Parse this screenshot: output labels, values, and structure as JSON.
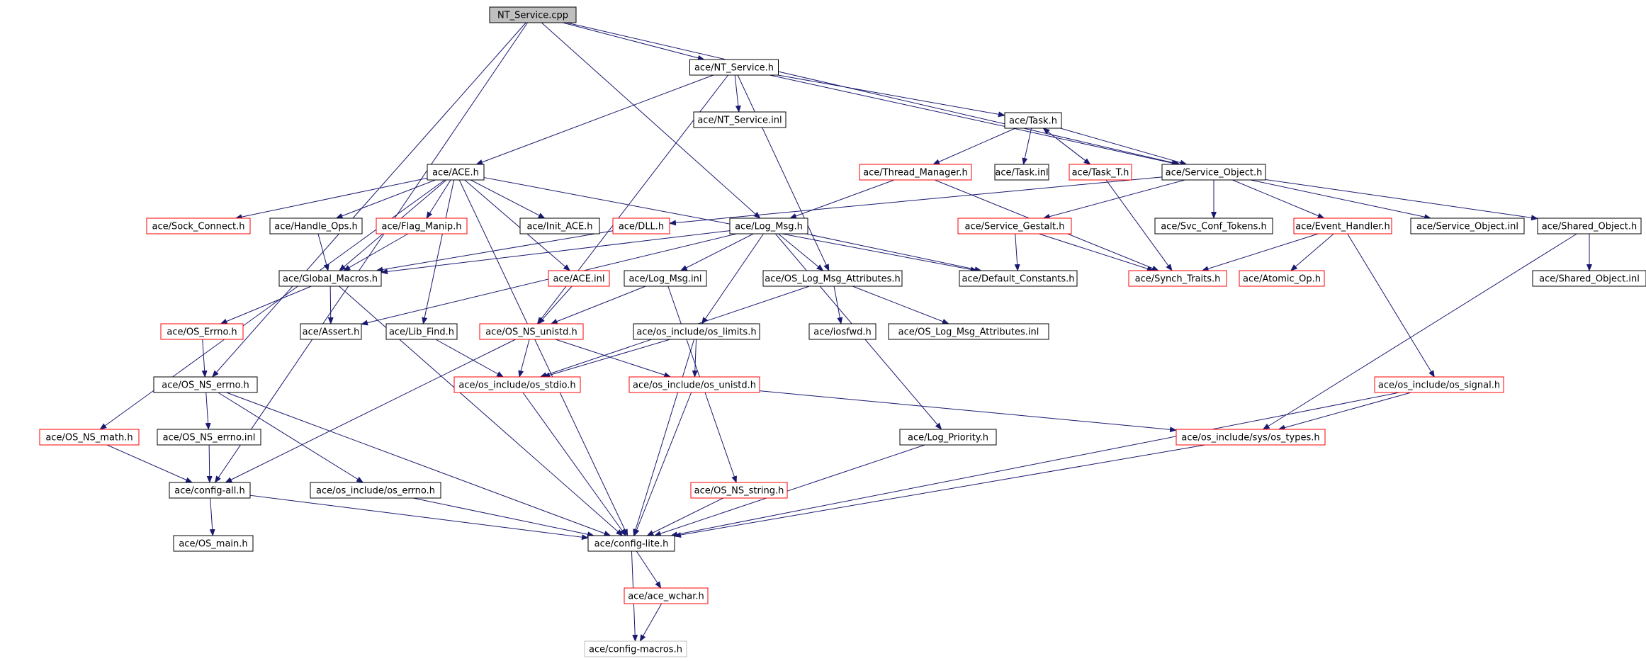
{
  "colors": {
    "edge": "#191970",
    "root_fill": "#bfbfbf",
    "border_default": "#000000",
    "border_incomplete": "#ff0000",
    "border_leaf": "#bfbfbf",
    "text": "#000000"
  },
  "nodes": [
    {
      "id": "nt_service_cpp",
      "label": "NT_Service.cpp",
      "style": "root"
    },
    {
      "id": "nt_service_h",
      "label": "ace/NT_Service.h",
      "style": "default"
    },
    {
      "id": "nt_service_inl",
      "label": "ace/NT_Service.inl",
      "style": "default"
    },
    {
      "id": "task_h",
      "label": "ace/Task.h",
      "style": "default"
    },
    {
      "id": "ace_h",
      "label": "ace/ACE.h",
      "style": "default"
    },
    {
      "id": "thread_manager_h",
      "label": "ace/Thread_Manager.h",
      "style": "incomplete"
    },
    {
      "id": "task_inl",
      "label": "ace/Task.inl",
      "style": "default"
    },
    {
      "id": "task_t_h",
      "label": "ace/Task_T.h",
      "style": "incomplete"
    },
    {
      "id": "service_object_h",
      "label": "ace/Service_Object.h",
      "style": "default"
    },
    {
      "id": "sock_connect_h",
      "label": "ace/Sock_Connect.h",
      "style": "incomplete"
    },
    {
      "id": "handle_ops_h",
      "label": "ace/Handle_Ops.h",
      "style": "default"
    },
    {
      "id": "flag_manip_h",
      "label": "ace/Flag_Manip.h",
      "style": "incomplete"
    },
    {
      "id": "init_ace_h",
      "label": "ace/Init_ACE.h",
      "style": "default"
    },
    {
      "id": "dll_h",
      "label": "ace/DLL.h",
      "style": "incomplete"
    },
    {
      "id": "log_msg_h",
      "label": "ace/Log_Msg.h",
      "style": "default"
    },
    {
      "id": "service_gestalt_h",
      "label": "ace/Service_Gestalt.h",
      "style": "incomplete"
    },
    {
      "id": "svc_conf_tokens_h",
      "label": "ace/Svc_Conf_Tokens.h",
      "style": "default"
    },
    {
      "id": "event_handler_h",
      "label": "ace/Event_Handler.h",
      "style": "incomplete"
    },
    {
      "id": "service_object_inl",
      "label": "ace/Service_Object.inl",
      "style": "default"
    },
    {
      "id": "shared_object_h",
      "label": "ace/Shared_Object.h",
      "style": "default"
    },
    {
      "id": "global_macros_h",
      "label": "ace/Global_Macros.h",
      "style": "default"
    },
    {
      "id": "ace_inl",
      "label": "ace/ACE.inl",
      "style": "incomplete"
    },
    {
      "id": "log_msg_inl",
      "label": "ace/Log_Msg.inl",
      "style": "default"
    },
    {
      "id": "os_log_msg_attributes_h",
      "label": "ace/OS_Log_Msg_Attributes.h",
      "style": "default"
    },
    {
      "id": "default_constants_h",
      "label": "ace/Default_Constants.h",
      "style": "default"
    },
    {
      "id": "synch_traits_h",
      "label": "ace/Synch_Traits.h",
      "style": "incomplete"
    },
    {
      "id": "atomic_op_h",
      "label": "ace/Atomic_Op.h",
      "style": "incomplete"
    },
    {
      "id": "shared_object_inl",
      "label": "ace/Shared_Object.inl",
      "style": "default"
    },
    {
      "id": "os_errno_h",
      "label": "ace/OS_Errno.h",
      "style": "incomplete"
    },
    {
      "id": "assert_h",
      "label": "ace/Assert.h",
      "style": "default"
    },
    {
      "id": "lib_find_h",
      "label": "ace/Lib_Find.h",
      "style": "default"
    },
    {
      "id": "os_ns_unistd_h",
      "label": "ace/OS_NS_unistd.h",
      "style": "incomplete"
    },
    {
      "id": "os_limits_h",
      "label": "ace/os_include/os_limits.h",
      "style": "default"
    },
    {
      "id": "iosfwd_h",
      "label": "ace/iosfwd.h",
      "style": "default"
    },
    {
      "id": "os_log_msg_attributes_inl",
      "label": "ace/OS_Log_Msg_Attributes.inl",
      "style": "default"
    },
    {
      "id": "os_ns_errno_h",
      "label": "ace/OS_NS_errno.h",
      "style": "default"
    },
    {
      "id": "os_stdio_h",
      "label": "ace/os_include/os_stdio.h",
      "style": "incomplete"
    },
    {
      "id": "os_unistd_h",
      "label": "ace/os_include/os_unistd.h",
      "style": "incomplete"
    },
    {
      "id": "os_signal_h",
      "label": "ace/os_include/os_signal.h",
      "style": "incomplete"
    },
    {
      "id": "os_ns_math_h",
      "label": "ace/OS_NS_math.h",
      "style": "incomplete"
    },
    {
      "id": "os_ns_errno_inl",
      "label": "ace/OS_NS_errno.inl",
      "style": "default"
    },
    {
      "id": "log_priority_h",
      "label": "ace/Log_Priority.h",
      "style": "default"
    },
    {
      "id": "os_types_h",
      "label": "ace/os_include/sys/os_types.h",
      "style": "incomplete"
    },
    {
      "id": "config_all_h",
      "label": "ace/config-all.h",
      "style": "default"
    },
    {
      "id": "os_errno_inc_h",
      "label": "ace/os_include/os_errno.h",
      "style": "default"
    },
    {
      "id": "os_ns_string_h",
      "label": "ace/OS_NS_string.h",
      "style": "incomplete"
    },
    {
      "id": "os_main_h",
      "label": "ace/OS_main.h",
      "style": "default"
    },
    {
      "id": "config_lite_h",
      "label": "ace/config-lite.h",
      "style": "default"
    },
    {
      "id": "ace_wchar_h",
      "label": "ace/ace_wchar.h",
      "style": "incomplete"
    },
    {
      "id": "config_macros_h",
      "label": "ace/config-macros.h",
      "style": "leaf"
    }
  ],
  "edges": [
    [
      "nt_service_cpp",
      "nt_service_h"
    ],
    [
      "nt_service_cpp",
      "service_object_h"
    ],
    [
      "nt_service_cpp",
      "log_msg_h"
    ],
    [
      "nt_service_cpp",
      "os_ns_errno_h"
    ],
    [
      "nt_service_cpp",
      "config_all_h"
    ],
    [
      "nt_service_h",
      "nt_service_inl"
    ],
    [
      "nt_service_h",
      "task_h"
    ],
    [
      "nt_service_h",
      "ace_h"
    ],
    [
      "nt_service_h",
      "service_object_h"
    ],
    [
      "nt_service_h",
      "os_log_msg_attributes_h"
    ],
    [
      "nt_service_h",
      "os_ns_unistd_h"
    ],
    [
      "task_h",
      "thread_manager_h"
    ],
    [
      "task_h",
      "task_inl"
    ],
    [
      "task_h",
      "task_t_h"
    ],
    [
      "task_h",
      "service_object_h"
    ],
    [
      "task_t_h",
      "task_h"
    ],
    [
      "task_t_h",
      "synch_traits_h"
    ],
    [
      "thread_manager_h",
      "log_msg_h"
    ],
    [
      "thread_manager_h",
      "synch_traits_h"
    ],
    [
      "ace_h",
      "sock_connect_h"
    ],
    [
      "ace_h",
      "handle_ops_h"
    ],
    [
      "ace_h",
      "flag_manip_h"
    ],
    [
      "ace_h",
      "init_ace_h"
    ],
    [
      "ace_h",
      "lib_find_h"
    ],
    [
      "ace_h",
      "ace_inl"
    ],
    [
      "ace_h",
      "default_constants_h"
    ],
    [
      "ace_h",
      "os_ns_math_h"
    ],
    [
      "ace_h",
      "global_macros_h"
    ],
    [
      "ace_h",
      "config_lite_h"
    ],
    [
      "service_object_h",
      "dll_h"
    ],
    [
      "service_object_h",
      "service_gestalt_h"
    ],
    [
      "service_object_h",
      "svc_conf_tokens_h"
    ],
    [
      "service_object_h",
      "event_handler_h"
    ],
    [
      "service_object_h",
      "service_object_inl"
    ],
    [
      "service_object_h",
      "shared_object_h"
    ],
    [
      "handle_ops_h",
      "global_macros_h"
    ],
    [
      "flag_manip_h",
      "global_macros_h"
    ],
    [
      "dll_h",
      "global_macros_h"
    ],
    [
      "log_msg_h",
      "global_macros_h"
    ],
    [
      "log_msg_h",
      "log_msg_inl"
    ],
    [
      "log_msg_h",
      "os_log_msg_attributes_h"
    ],
    [
      "log_msg_h",
      "default_constants_h"
    ],
    [
      "log_msg_h",
      "assert_h"
    ],
    [
      "log_msg_h",
      "os_limits_h"
    ],
    [
      "log_msg_h",
      "log_priority_h"
    ],
    [
      "service_gestalt_h",
      "default_constants_h"
    ],
    [
      "service_gestalt_h",
      "synch_traits_h"
    ],
    [
      "event_handler_h",
      "synch_traits_h"
    ],
    [
      "event_handler_h",
      "atomic_op_h"
    ],
    [
      "event_handler_h",
      "os_signal_h"
    ],
    [
      "shared_object_h",
      "shared_object_inl"
    ],
    [
      "shared_object_h",
      "os_types_h"
    ],
    [
      "global_macros_h",
      "os_errno_h"
    ],
    [
      "global_macros_h",
      "assert_h"
    ],
    [
      "global_macros_h",
      "config_lite_h"
    ],
    [
      "ace_inl",
      "os_ns_unistd_h"
    ],
    [
      "log_msg_inl",
      "os_ns_unistd_h"
    ],
    [
      "log_msg_inl",
      "os_ns_string_h"
    ],
    [
      "os_log_msg_attributes_h",
      "iosfwd_h"
    ],
    [
      "os_log_msg_attributes_h",
      "os_log_msg_attributes_inl"
    ],
    [
      "os_log_msg_attributes_h",
      "os_stdio_h"
    ],
    [
      "os_errno_h",
      "os_ns_errno_h"
    ],
    [
      "lib_find_h",
      "os_stdio_h"
    ],
    [
      "os_ns_unistd_h",
      "os_stdio_h"
    ],
    [
      "os_ns_unistd_h",
      "os_unistd_h"
    ],
    [
      "os_ns_unistd_h",
      "config_all_h"
    ],
    [
      "os_limits_h",
      "os_stdio_h"
    ],
    [
      "os_limits_h",
      "os_unistd_h"
    ],
    [
      "os_limits_h",
      "config_lite_h"
    ],
    [
      "os_ns_errno_h",
      "os_ns_errno_inl"
    ],
    [
      "os_ns_errno_h",
      "os_errno_inc_h"
    ],
    [
      "os_ns_errno_h",
      "config_lite_h"
    ],
    [
      "os_stdio_h",
      "config_lite_h"
    ],
    [
      "os_unistd_h",
      "os_types_h"
    ],
    [
      "os_unistd_h",
      "config_lite_h"
    ],
    [
      "os_signal_h",
      "os_types_h"
    ],
    [
      "os_signal_h",
      "config_lite_h"
    ],
    [
      "os_ns_math_h",
      "config_all_h"
    ],
    [
      "os_ns_errno_inl",
      "config_all_h"
    ],
    [
      "log_priority_h",
      "config_lite_h"
    ],
    [
      "os_types_h",
      "config_lite_h"
    ],
    [
      "config_all_h",
      "os_main_h"
    ],
    [
      "config_all_h",
      "config_lite_h"
    ],
    [
      "os_errno_inc_h",
      "config_lite_h"
    ],
    [
      "os_ns_string_h",
      "config_lite_h"
    ],
    [
      "config_lite_h",
      "ace_wchar_h"
    ],
    [
      "config_lite_h",
      "config_macros_h"
    ],
    [
      "ace_wchar_h",
      "config_macros_h"
    ]
  ]
}
